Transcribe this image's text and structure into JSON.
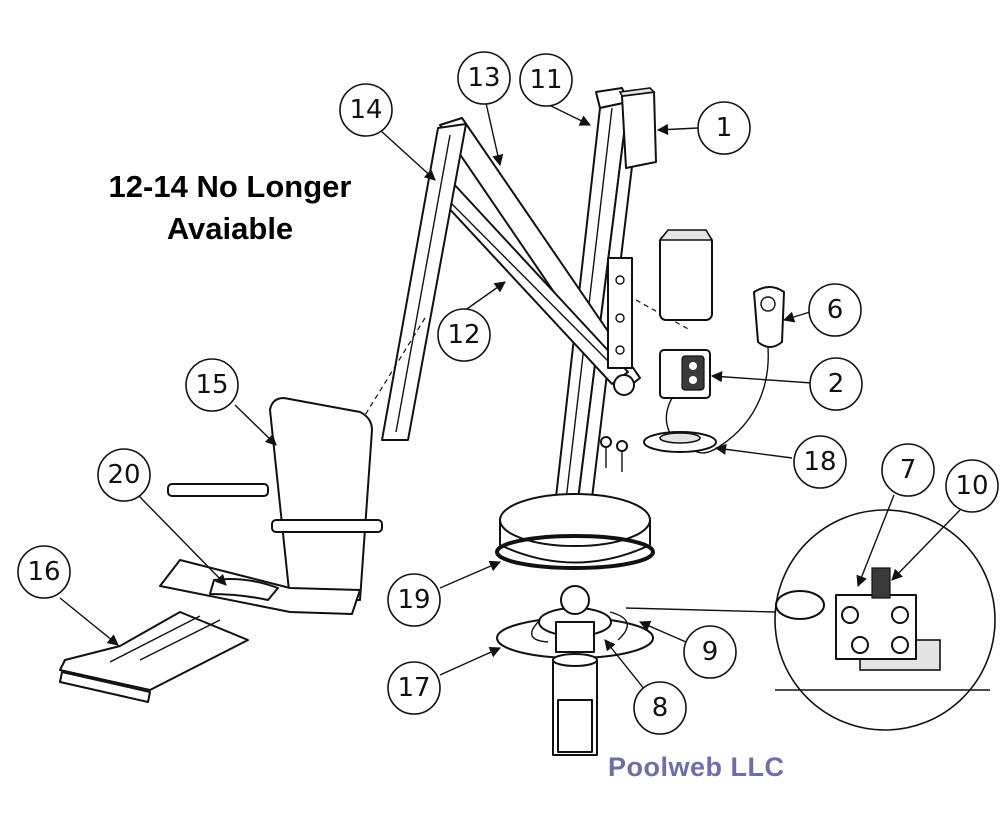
{
  "note": {
    "line1": "12-14 No Longer",
    "line2": "Avaiable"
  },
  "credit": "Poolweb LLC",
  "callouts": [
    "1",
    "2",
    "6",
    "7",
    "8",
    "9",
    "10",
    "11",
    "12",
    "13",
    "14",
    "15",
    "16",
    "17",
    "18",
    "19",
    "20"
  ]
}
